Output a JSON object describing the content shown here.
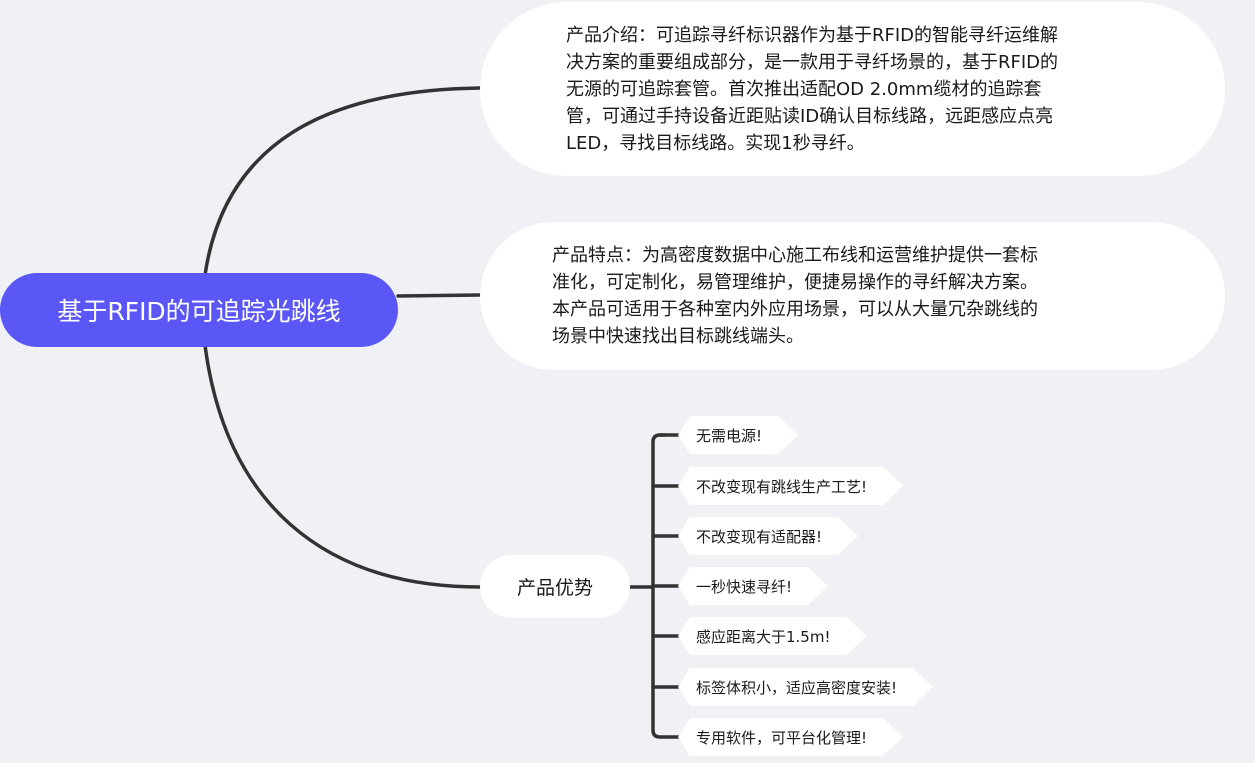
{
  "root": {
    "label": "基于RFID的可追踪光跳线"
  },
  "intro": {
    "lines": [
      "产品介绍：可追踪寻纤标识器作为基于RFID的智能寻纤运维解",
      "决方案的重要组成部分，是一款用于寻纤场景的，基于RFID的",
      "无源的可追踪套管。首次推出适配OD 2.0mm缆材的追踪套",
      "管，可通过手持设备近距贴读ID确认目标线路，远距感应点亮",
      "LED，寻找目标线路。实现1秒寻纤。"
    ]
  },
  "features": {
    "lines": [
      "产品特点：为高密度数据中心施工布线和运营维护提供一套标",
      "准化，可定制化，易管理维护，便捷易操作的寻纤解决方案。",
      "本产品可适用于各种室内外应用场景，可以从大量冗杂跳线的",
      "场景中快速找出目标跳线端头。"
    ]
  },
  "advantages": {
    "label": "产品优势",
    "items": [
      "无需电源!",
      "不改变现有跳线生产工艺!",
      "不改变现有适配器!",
      "一秒快速寻纤!",
      "感应距离大于1.5m!",
      "标签体积小，适应高密度安装!",
      "专用软件，可平台化管理!"
    ]
  },
  "colors": {
    "root": "#5b57f7",
    "background": "#f0f1f5",
    "line": "#333333"
  }
}
